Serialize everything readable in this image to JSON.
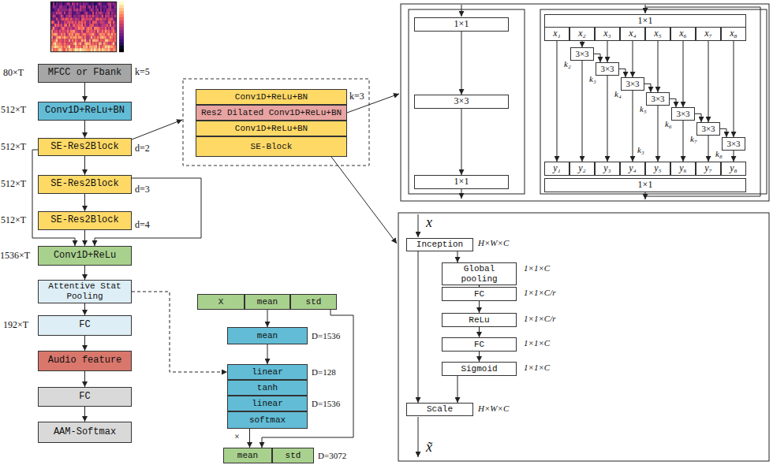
{
  "diagram": {
    "nodes": [
      {
        "text": [
          "MFCC or Fbank"
        ]
      },
      {
        "text": [
          "Conv1D+ReLu+BN"
        ]
      },
      {
        "text": [
          "SE-Res2Block"
        ]
      },
      {
        "text": [
          "SE-Res2Block"
        ]
      },
      {
        "text": [
          "SE-Res2Block"
        ]
      },
      {
        "text": [
          "Conv1D+ReLu"
        ]
      },
      {
        "text": [
          "Attentive Stat Pooling"
        ]
      },
      {
        "text": [
          "FC"
        ]
      },
      {
        "text": [
          "Audio feature"
        ]
      },
      {
        "text": [
          "FC"
        ]
      },
      {
        "text": [
          "AAM-Softmax"
        ]
      },
      {
        "text": [
          "Conv1D+ReLu+BN"
        ]
      },
      {
        "text": [
          "Res2 Dilated Conv1D+ReLu+BN"
        ]
      },
      {
        "text": [
          "Conv1D+ReLu+BN"
        ]
      },
      {
        "text": [
          "SE-Block"
        ]
      },
      {
        "text": [
          "X"
        ]
      },
      {
        "text": [
          "mean"
        ]
      },
      {
        "text": [
          "std"
        ]
      },
      {
        "text": [
          "mean"
        ]
      },
      {
        "text": [
          "linear"
        ]
      },
      {
        "text": [
          "tanh"
        ]
      },
      {
        "text": [
          "linear"
        ]
      },
      {
        "text": [
          "softmax"
        ]
      },
      {
        "text": [
          "mean"
        ]
      },
      {
        "text": [
          "std"
        ]
      },
      {
        "text": [
          "1×1"
        ]
      },
      {
        "text": [
          "3×3"
        ]
      },
      {
        "text": [
          "1×1"
        ]
      },
      {
        "text": [
          "1×1"
        ]
      },
      {
        "text": [
          "x₁"
        ]
      },
      {
        "text": [
          "x₂"
        ]
      },
      {
        "text": [
          "x₃"
        ]
      },
      {
        "text": [
          "x₄"
        ]
      },
      {
        "text": [
          "x₅"
        ]
      },
      {
        "text": [
          "x₆"
        ]
      },
      {
        "text": [
          "x₇"
        ]
      },
      {
        "text": [
          "x₈"
        ]
      },
      {
        "text": [
          "3×3"
        ]
      },
      {
        "text": [
          "3×3"
        ]
      },
      {
        "text": [
          "3×3"
        ]
      },
      {
        "text": [
          "3×3"
        ]
      },
      {
        "text": [
          "3×3"
        ]
      },
      {
        "text": [
          "3×3"
        ]
      },
      {
        "text": [
          "3×3"
        ]
      },
      {
        "text": [
          "y₁"
        ]
      },
      {
        "text": [
          "y₂"
        ]
      },
      {
        "text": [
          "y₃"
        ]
      },
      {
        "text": [
          "y₄"
        ]
      },
      {
        "text": [
          "y₅"
        ]
      },
      {
        "text": [
          "y₆"
        ]
      },
      {
        "text": [
          "y₇"
        ]
      },
      {
        "text": [
          "y₈"
        ]
      },
      {
        "text": [
          "1×1"
        ]
      },
      {
        "text": [
          "Inception"
        ]
      },
      {
        "text": [
          "Global pooling"
        ]
      },
      {
        "text": [
          "FC"
        ]
      },
      {
        "text": [
          "ReLu"
        ]
      },
      {
        "text": [
          "FC"
        ]
      },
      {
        "text": [
          "Sigmoid"
        ]
      },
      {
        "text": [
          "Scale"
        ]
      }
    ],
    "edges": [
      {
        "from": 0,
        "to": 1,
        "arrow": "to"
      },
      {
        "from": 1,
        "to": 2,
        "arrow": "to"
      },
      {
        "from": 2,
        "to": 3,
        "arrow": "to"
      },
      {
        "from": 3,
        "to": 4,
        "arrow": "to"
      },
      {
        "from": 4,
        "to": 5,
        "arrow": "to"
      },
      {
        "from": 5,
        "to": 6,
        "arrow": "to"
      },
      {
        "from": 6,
        "to": 7,
        "arrow": "to"
      },
      {
        "from": 7,
        "to": 8,
        "arrow": "to"
      },
      {
        "from": 8,
        "to": 9,
        "arrow": "to"
      },
      {
        "from": 9,
        "to": 10,
        "arrow": "to"
      },
      {
        "from": 2,
        "to": 5,
        "arrow": "to"
      },
      {
        "from": 3,
        "to": 5,
        "arrow": "to"
      },
      {
        "from": 6,
        "to": 19,
        "arrow": "to"
      },
      {
        "from": 16,
        "to": 18,
        "arrow": "to"
      },
      {
        "from": 18,
        "to": 19,
        "arrow": "to"
      },
      {
        "from": 17,
        "to": 23,
        "arrow": "to"
      },
      {
        "from": 22,
        "to": 23,
        "arrow": "to"
      },
      {
        "from": 25,
        "to": 26,
        "arrow": "to"
      },
      {
        "from": 26,
        "to": 27,
        "arrow": "to"
      },
      {
        "from": 29,
        "to": 44,
        "arrow": "to"
      },
      {
        "from": 30,
        "to": 37,
        "arrow": "to"
      },
      {
        "from": 37,
        "to": 45,
        "arrow": "to"
      },
      {
        "from": 37,
        "to": 38,
        "arrow": "to"
      },
      {
        "from": 31,
        "to": 38,
        "arrow": "to"
      },
      {
        "from": 38,
        "to": 46,
        "arrow": "to"
      },
      {
        "from": 38,
        "to": 39,
        "arrow": "to"
      },
      {
        "from": 32,
        "to": 39,
        "arrow": "to"
      },
      {
        "from": 39,
        "to": 47,
        "arrow": "to"
      },
      {
        "from": 39,
        "to": 40,
        "arrow": "to"
      },
      {
        "from": 33,
        "to": 40,
        "arrow": "to"
      },
      {
        "from": 40,
        "to": 48,
        "arrow": "to"
      },
      {
        "from": 40,
        "to": 41,
        "arrow": "to"
      },
      {
        "from": 34,
        "to": 41,
        "arrow": "to"
      },
      {
        "from": 41,
        "to": 49,
        "arrow": "to"
      },
      {
        "from": 41,
        "to": 42,
        "arrow": "to"
      },
      {
        "from": 35,
        "to": 42,
        "arrow": "to"
      },
      {
        "from": 42,
        "to": 50,
        "arrow": "to"
      },
      {
        "from": 42,
        "to": 43,
        "arrow": "to"
      },
      {
        "from": 36,
        "to": 43,
        "arrow": "to"
      },
      {
        "from": 43,
        "to": 51,
        "arrow": "to"
      },
      {
        "from": 53,
        "to": 54,
        "arrow": "to"
      },
      {
        "from": 54,
        "to": 55,
        "arrow": "to"
      },
      {
        "from": 55,
        "to": 56,
        "arrow": "to"
      },
      {
        "from": 56,
        "to": 57,
        "arrow": "to"
      },
      {
        "from": 57,
        "to": 58,
        "arrow": "to"
      },
      {
        "from": 58,
        "to": 59,
        "arrow": "to"
      },
      {
        "from": 53,
        "to": 59,
        "arrow": "to"
      }
    ],
    "labels": [
      "80×T",
      "k=5",
      "512×T",
      "512×T",
      "d=2",
      "512×T",
      "d=3",
      "512×T",
      "d=4",
      "1536×T",
      "192×T",
      "k=3",
      "D=1536",
      "D=128",
      "D=1536",
      "×",
      "D=3072",
      "k₂",
      "k₃",
      "k₄",
      "k₅",
      "k₆",
      "k₇",
      "k₈",
      "k₃",
      "x",
      "H×W×C",
      "1×1×C",
      "1×1×C/r",
      "1×1×C/r",
      "1×1×C",
      "1×1×C",
      "H×W×C",
      "x̃"
    ]
  }
}
